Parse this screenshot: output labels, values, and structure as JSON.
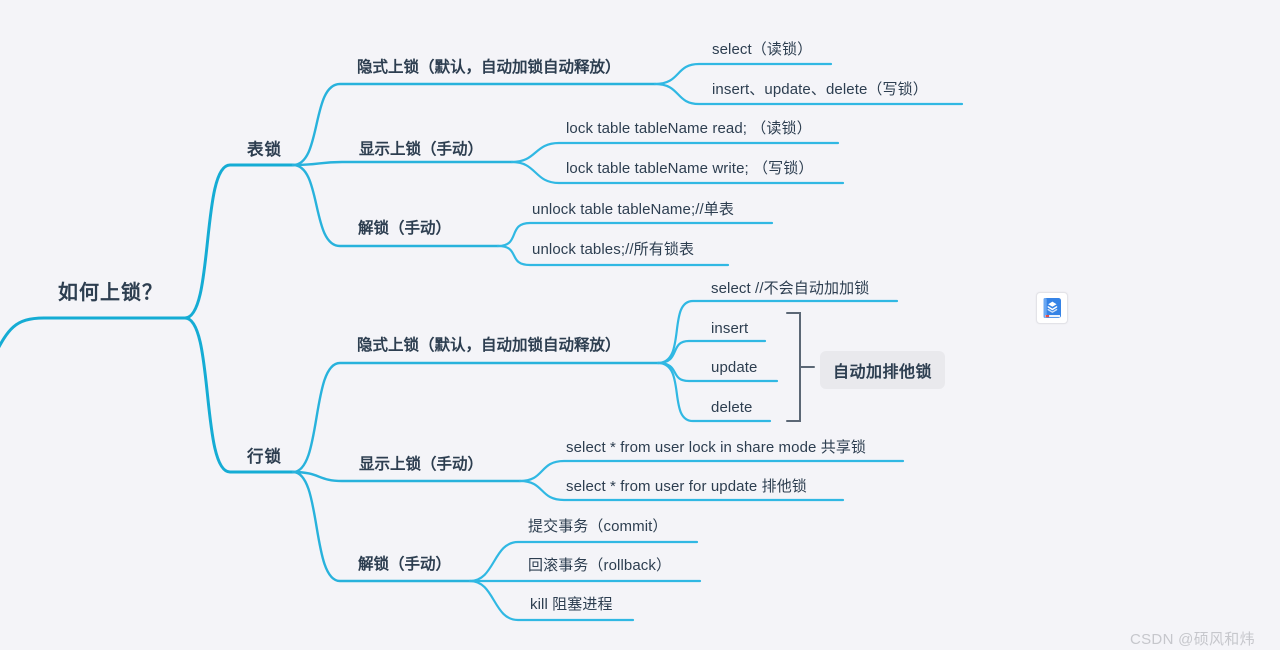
{
  "colors": {
    "bg": "#f4f4f8",
    "text": "#2d3e50",
    "accent": "#28b2dc",
    "accent_dark": "#15acd4",
    "accent_light": "#30b8e3",
    "bracket": "#5b6775",
    "annotation_bg": "#e9e9ed",
    "watermark": "#c6c7cc",
    "icon_blue": "#3583e6",
    "icon_red": "#e2504c"
  },
  "mindmap": {
    "root": {
      "label": "如何上锁？",
      "children": [
        {
          "label": "表锁",
          "children": [
            {
              "label": "隐式上锁（默认，自动加锁自动释放）",
              "children": [
                {
                  "label": "select（读锁）"
                },
                {
                  "label": "insert、update、delete（写锁）"
                }
              ]
            },
            {
              "label": "显示上锁（手动）",
              "children": [
                {
                  "label": "lock table tableName read; （读锁）"
                },
                {
                  "label": "lock table tableName write; （写锁）"
                }
              ]
            },
            {
              "label": "解锁（手动）",
              "children": [
                {
                  "label": "unlock table tableName;//单表"
                },
                {
                  "label": "unlock tables;//所有锁表"
                }
              ]
            }
          ]
        },
        {
          "label": "行锁",
          "children": [
            {
              "label": "隐式上锁（默认，自动加锁自动释放）",
              "annotation": "自动加排他锁",
              "children": [
                {
                  "label": "select //不会自动加加锁"
                },
                {
                  "label": "insert"
                },
                {
                  "label": "update"
                },
                {
                  "label": "delete"
                }
              ]
            },
            {
              "label": "显示上锁（手动）",
              "children": [
                {
                  "label": "select * from user lock in share mode 共享锁"
                },
                {
                  "label": "select * from user for update 排他锁"
                }
              ]
            },
            {
              "label": "解锁（手动）",
              "children": [
                {
                  "label": "提交事务（commit）"
                },
                {
                  "label": "回滚事务（rollback）"
                },
                {
                  "label": "kill 阻塞进程"
                }
              ]
            }
          ]
        }
      ]
    }
  },
  "floating_icon": {
    "name": "blue-book-icon"
  },
  "watermark": {
    "text": "CSDN @硕风和炜"
  }
}
